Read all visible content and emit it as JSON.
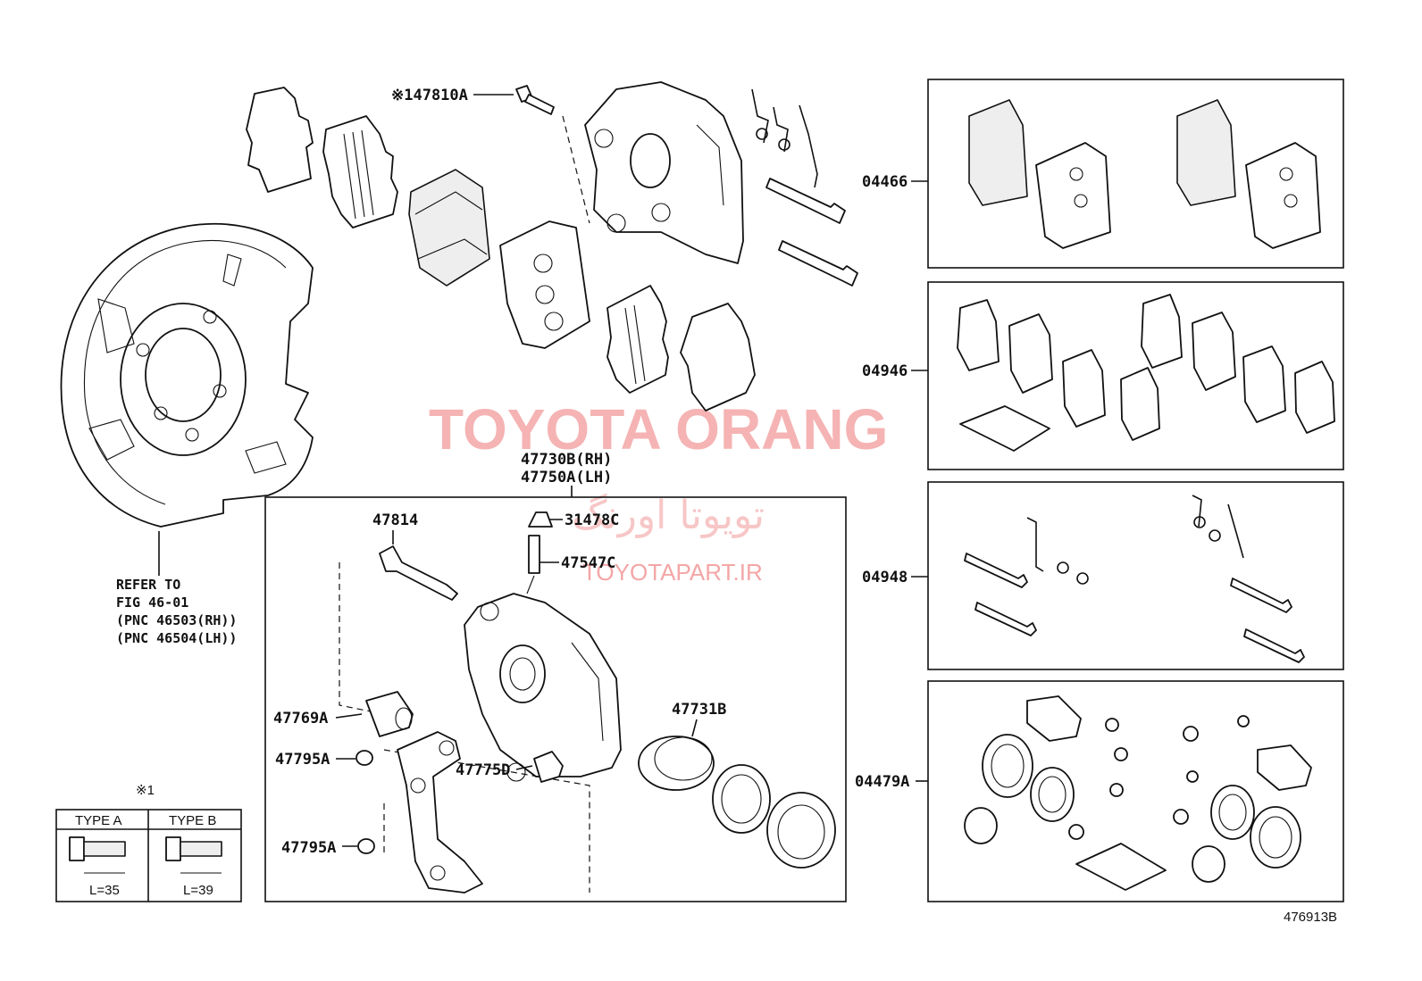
{
  "labels": {
    "bolt_47810a": "※147810A",
    "p04466": "04466",
    "p04946": "04946",
    "p04948": "04948",
    "p04479a": "04479A",
    "p47730b": "47730B(RH)",
    "p47750a": "47750A(LH)",
    "p47814": "47814",
    "p31478c": "31478C",
    "p47547c": "47547C",
    "p47769a": "47769A",
    "p47731b": "47731B",
    "p47795a_1": "47795A",
    "p47775d": "47775D",
    "p47795a_2": "47795A",
    "refer_1": "REFER TO",
    "refer_2": "FIG 46-01",
    "refer_3": "(PNC 46503(RH))",
    "refer_4": "(PNC 46504(LH))",
    "note_mark": "※1",
    "type_a": "TYPE A",
    "type_b": "TYPE B",
    "len_a": "L=35",
    "len_b": "L=39",
    "diagram_code": "476913B"
  },
  "watermark": {
    "brand": "TOYOTA ORANG",
    "persian": "تویوتا اورنگ",
    "url": "TOYOTAPART.IR",
    "color": "#f4a6a6"
  }
}
